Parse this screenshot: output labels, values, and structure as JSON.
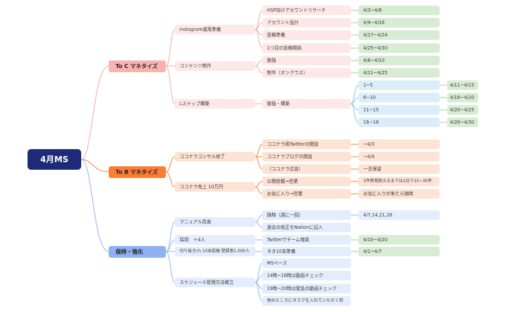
{
  "root": "4月MS",
  "to_c": {
    "label": "To C マネタイズ",
    "instagram": {
      "label": "Instagram運用準備",
      "items": [
        {
          "task": "HSP向けアカウントリサーチ",
          "date": "4/3~4/8"
        },
        {
          "task": "アカウント設計",
          "date": "4/9~4/16"
        },
        {
          "task": "投稿準備",
          "date": "4/17~4/24"
        },
        {
          "task": "1つ目の投稿開始",
          "date": "4/25~4/30"
        }
      ]
    },
    "content": {
      "label": "コンテンツ制作",
      "items": [
        {
          "task": "勉強",
          "date": "4/6~4/10"
        },
        {
          "task": "制作（オンクラス）",
          "date": "4/11~4/25"
        }
      ]
    },
    "lstep": {
      "label": "Lステップ構築",
      "task": "勉強・構築",
      "ranges": [
        {
          "range": "1~5",
          "date": "4/11~4/15"
        },
        {
          "range": "6~10",
          "date": "4/16~4/20"
        },
        {
          "range": "11~15",
          "date": "4/20~4/25"
        },
        {
          "range": "16~18",
          "date": "4/26~4/30"
        }
      ]
    }
  },
  "to_b": {
    "label": "To B マネタイズ",
    "consul": {
      "label": "ココナラコンサル修了",
      "items": [
        {
          "task": "ココナラ用Twitterの開設",
          "note": "~4/3"
        },
        {
          "task": "ココナラブログの開設",
          "note": "~4/4"
        },
        {
          "task": "（ココナラ広告）",
          "note": "一旦保留"
        }
      ]
    },
    "sales": {
      "label": "ココナラ売上 10万円",
      "items": [
        {
          "task": "公開依頼→営業",
          "note": "3件新規抱えるまでは1日で15~30件"
        },
        {
          "task": "お気に入り→営業",
          "note": "お気に入りが来たら随時"
        }
      ]
    }
  },
  "keep": {
    "label": "保持・強化",
    "manual": {
      "label": "マニュアル改善",
      "items": [
        {
          "task": "随時（週に一回）",
          "note": "4/7,14,21,28"
        },
        {
          "task": "過去の修正をNotionに記入",
          "note": ""
        }
      ]
    },
    "hire": {
      "label": "採用　＋4人",
      "task": "Twitterでチーム増員",
      "date": "4/10~4/20"
    },
    "clip": {
      "label": "切り抜きch 10本投稿 登録者1,000人",
      "task": "ネタ10本準備",
      "date": "4/1~4/7"
    },
    "schedule": {
      "label": "スケジュール管理方法確立",
      "items": [
        "MSベース",
        "14時~16時は動画チェック",
        "19時~20時は緊急の動画チェック",
        "他のところにタスクを入れていただく形"
      ]
    }
  },
  "colors": {
    "to_c_line": "#f4a59f",
    "to_b_line": "#fb7c32",
    "keep_line": "#8fb1f4",
    "green_line": "#9fd19a",
    "lstep_line": "#7cc6ee"
  }
}
